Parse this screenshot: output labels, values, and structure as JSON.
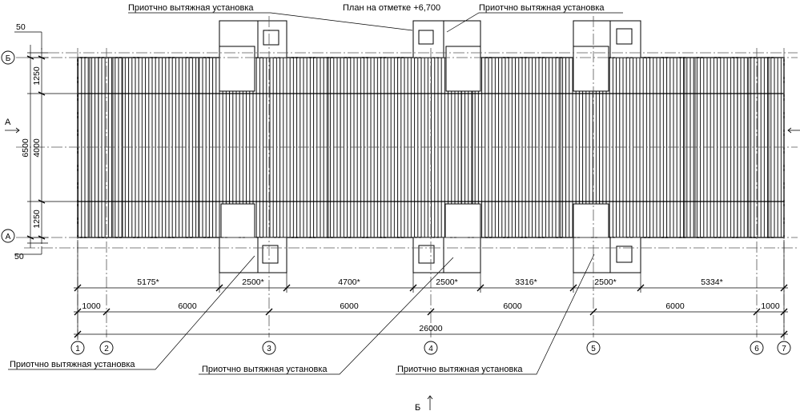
{
  "title": "План на отметке +6,700",
  "callouts": [
    "Приотчно вытяжная установка",
    "Приотчно вытяжная установка",
    "Приотчно вытяжная установка",
    "Приотчно вытяжная установка",
    "Приотчно вытяжная установка"
  ],
  "grid_axes": {
    "columns": [
      "1",
      "2",
      "3",
      "4",
      "5",
      "6",
      "7"
    ],
    "rows": [
      "Б",
      "А"
    ]
  },
  "section_marks": {
    "side": "А",
    "bottom": "Б"
  },
  "dimensions": {
    "offset_top": "50",
    "offset_bottom": "50",
    "vertical_segments": [
      "1250",
      "4000",
      "1250"
    ],
    "vertical_total": "6500",
    "row1": [
      "5175*",
      "2500*",
      "4700*",
      "2500*",
      "3316*",
      "2500*",
      "5334*"
    ],
    "row2": [
      "1000",
      "6000",
      "6000",
      "6000",
      "6000",
      "1000"
    ],
    "total": "26000"
  }
}
